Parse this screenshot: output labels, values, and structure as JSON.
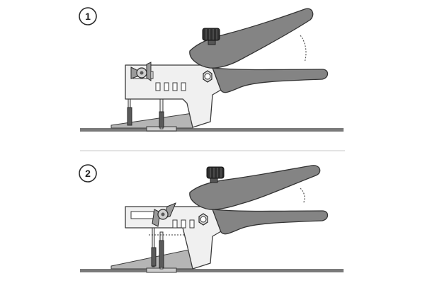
{
  "steps": [
    {
      "number": "1"
    },
    {
      "number": "2"
    }
  ],
  "colors": {
    "handle": "#848484",
    "handle_stroke": "#333333",
    "body": "#f0f0f0",
    "outline": "#3a3a3a",
    "floor": "#7a7a7a",
    "separator": "#d2d2d2",
    "knob": "#2e2e2e",
    "tile": "#b5b5b5",
    "spacer_pin": "#5a5a5a"
  },
  "icons": [
    "tile-leveling-pliers",
    "circled-step-number",
    "rotation-arc",
    "knurled-knob",
    "hex-bolt",
    "wing-nut"
  ]
}
